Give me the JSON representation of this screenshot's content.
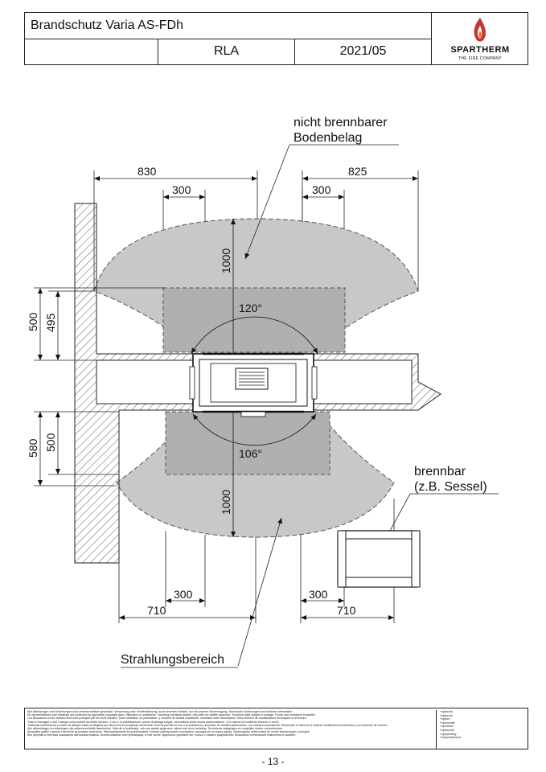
{
  "header": {
    "title": "Brandschutz Varia AS-FDh",
    "code": "RLA",
    "date": "2021/05",
    "brand": "SPARTHERM",
    "brand_tagline": "THE FIRE COMPANY"
  },
  "drawing": {
    "labels": {
      "floor_non_combustible_line1": "nicht brennbarer",
      "floor_non_combustible_line2": "Bodenbelag",
      "combustible_line1": "brennbar",
      "combustible_line2": "(z.B. Sessel)",
      "radiation_area": "Strahlungsbereich"
    },
    "dimensions": {
      "top_left_outer": "830",
      "top_right_outer": "825",
      "top_left_inner": "300",
      "top_right_inner": "300",
      "top_depth": "1000",
      "top_angle": "120°",
      "left_upper_outer": "500",
      "left_upper_inner": "495",
      "left_lower_outer": "580",
      "left_lower_inner": "500",
      "bottom_angle": "106°",
      "bottom_depth": "1000",
      "bottom_left_inner": "300",
      "bottom_right_inner": "300",
      "bottom_left_outer": "710",
      "bottom_right_outer": "710"
    }
  },
  "footer": {
    "legal_lines": [
      "Alle Abbildungen und Zeichnungen sind urheberrechtlich geschützt. Verwertung oder Veröffentlichung, auch einzelner Details, nur mit unserer Genehmigung. Technische Änderungen und Irrtümer vorbehalten.",
      "All representations and drawings are protected by applicable copyright laws. Utilisation or publication, including individual details, only with our written approval. Technical data subject to change. Errors and omissions excepted.",
      "Les illustrations et les dessins sont tous protégés par les droit d'auteur. Toute utilisation ou publication, y compris de détails individuels, nécessite notre autorisation. Sous réserve de modifications techniques et d'erreurs.",
      "Tutte le immagini e tutti i disegni sono protetti da diritto d'autore. L'uso o la pubblicazione, anche di dettagli singoli, necessitano della nostra autorizzazione. Con riserva di modifiche tecniche e errori.",
      "Todas las ilustraciones y todos los dibujos están protegidos por derechos de propiedad intelectual. Solo se permite el uso o la publicación, incluidos de detalles particulares, con nuestra autorización. Reservado el derecho a realizar modificaciones técnicas y correcciones de errores.",
      "Alle afbeeldingen en tekeningen zijn auteursrechtelijk beschermd. Gebruik of publicatie, ook van aparte gegevens, alleen met onze toelating. Technische wijzigingen en mogelijke fouten voorbehouden.",
      "Wszystkie grafiki i rysunki chronione są prawem autorskim. Wykorzystywanie lub publikowanie, również pojedynczych szczegółów, wymaga nie za naszą zgodą. Zastrzegamy sobie prawo do zmian technicznych i pomyłek.",
      "Все рисунки и чертежи защищены авторским правом. Использование или публикация, в том числе отдельных фрагментов, только с нашего разрешения. Возможны технические изменения и ошибки."
    ],
    "notes": [
      "*optional",
      "*optional",
      "*option",
      "*opzionale",
      "*opcional",
      "*optionele",
      "*opcjonalny",
      "*опционально"
    ]
  },
  "page_number": "- 13 -"
}
